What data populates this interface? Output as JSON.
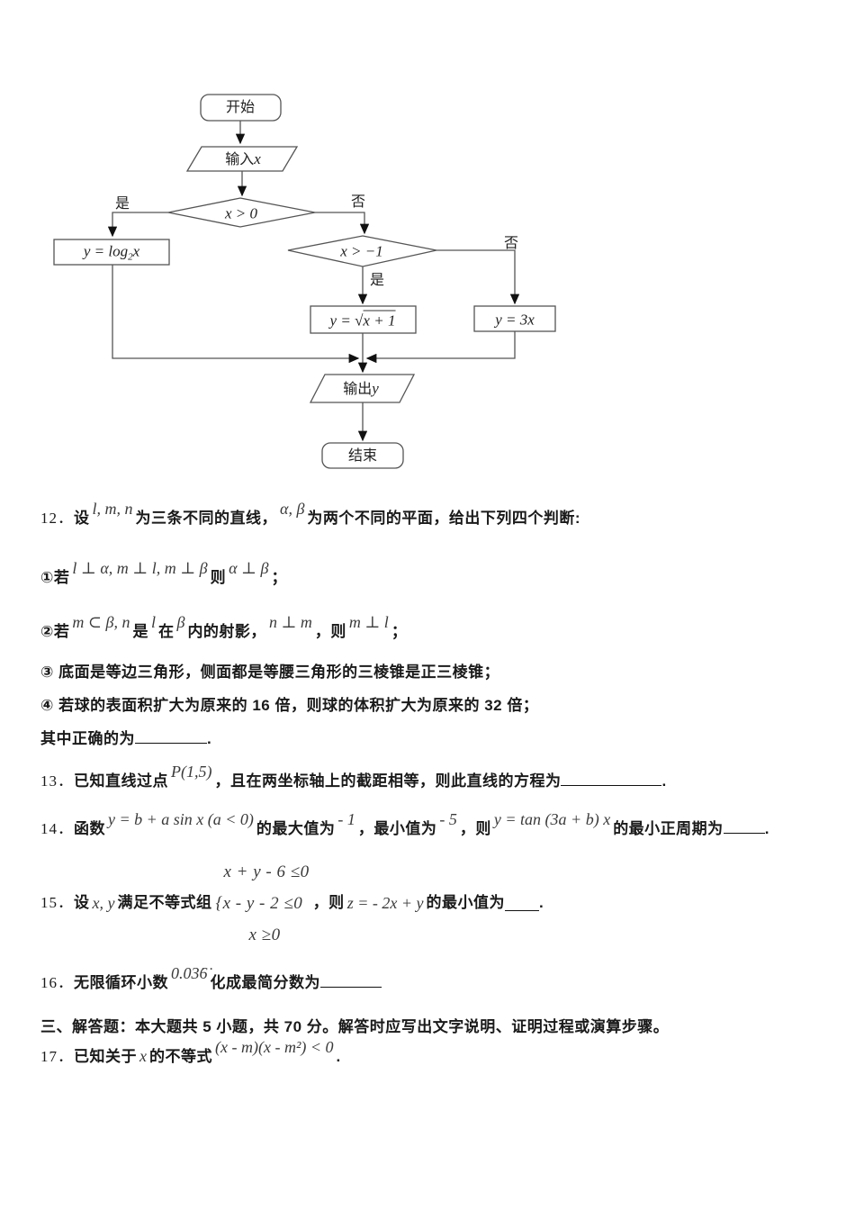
{
  "flowchart": {
    "start": "开始",
    "input_prefix": "输入",
    "input_var": "x",
    "decision1": "x > 0",
    "yes": "是",
    "no": "否",
    "log_pre": "y = log",
    "log_sub": "2",
    "log_post": "x",
    "decision2": "x > −1",
    "sqrt_pre": "y = ",
    "sqrt_sign": "√",
    "sqrt_rad": "x + 1",
    "linear": "y = 3x",
    "output_prefix": "输出",
    "output_var": "y",
    "end": "结束"
  },
  "lines": {
    "p12": [
      {
        "k": "n",
        "v": "12．"
      },
      {
        "k": "t",
        "v": "设"
      },
      {
        "k": "M",
        "v": "l, m, n"
      },
      {
        "k": "t",
        "v": "为三条不同的直线，"
      },
      {
        "k": "M",
        "v": "α, β"
      },
      {
        "k": "t",
        "v": "为两个不同的平面，给出下列四个判断:"
      }
    ],
    "i1": [
      {
        "k": "t",
        "v": "①若"
      },
      {
        "k": "M",
        "v": "l ⊥ α, m ⊥ l, m ⊥ β"
      },
      {
        "k": "t",
        "v": "则"
      },
      {
        "k": "M",
        "v": "α ⊥ β"
      },
      {
        "k": "t",
        "v": "；"
      }
    ],
    "i2": [
      {
        "k": "t",
        "v": "②若"
      },
      {
        "k": "M",
        "v": "m ⊂ β, n"
      },
      {
        "k": "t",
        "v": "是"
      },
      {
        "k": "M",
        "v": "l"
      },
      {
        "k": "t",
        "v": "在"
      },
      {
        "k": "M",
        "v": "β"
      },
      {
        "k": "t",
        "v": "内的射影，"
      },
      {
        "k": "M",
        "v": "n ⊥ m"
      },
      {
        "k": "t",
        "v": "，则"
      },
      {
        "k": "M",
        "v": "m ⊥ l"
      },
      {
        "k": "t",
        "v": "；"
      }
    ],
    "i3": [
      {
        "k": "t",
        "v": "③ 底面是等边三角形，侧面都是等腰三角形的三棱锥是正三棱锥；"
      }
    ],
    "i4": [
      {
        "k": "t",
        "v": "④ 若球的表面积扩大为原来的 16 倍，则球的体积扩大为原来的 32 倍；"
      }
    ],
    "ans12": [
      {
        "k": "t",
        "v": "其中正确的为"
      },
      {
        "k": "u",
        "w": 80
      },
      {
        "k": "t",
        "v": "."
      }
    ],
    "p13": [
      {
        "k": "n",
        "v": "13．"
      },
      {
        "k": "t",
        "v": "已知直线过点"
      },
      {
        "k": "M",
        "v": "P(1,5)"
      },
      {
        "k": "t",
        "v": "，且在两坐标轴上的截距相等，则此直线的方程为"
      },
      {
        "k": "u",
        "w": 112
      },
      {
        "k": "t",
        "v": "."
      }
    ],
    "p14": [
      {
        "k": "n",
        "v": "14．"
      },
      {
        "k": "t",
        "v": "函数"
      },
      {
        "k": "M",
        "v": "y = b + a sin x (a < 0)"
      },
      {
        "k": "t",
        "v": "的最大值为"
      },
      {
        "k": "M",
        "v": "- 1"
      },
      {
        "k": "t",
        "v": "，最小值为"
      },
      {
        "k": "M",
        "v": "- 5"
      },
      {
        "k": "t",
        "v": "，则"
      },
      {
        "k": "M",
        "v": "y = tan (3a + b) x"
      },
      {
        "k": "t",
        "v": "的最小正周期为"
      },
      {
        "k": "u",
        "w": 46
      },
      {
        "k": "t",
        "v": "."
      }
    ],
    "p15": [
      {
        "k": "n",
        "v": "15．"
      },
      {
        "k": "t",
        "v": "设"
      },
      {
        "k": "m",
        "v": "x, y"
      },
      {
        "k": "t",
        "v": "满足不等式组"
      },
      {
        "k": "sys",
        "rows": [
          "x + y - 6 ≤0",
          "{x - y - 2 ≤0",
          "x ≥0"
        ]
      },
      {
        "k": "t",
        "v": "，则"
      },
      {
        "k": "m",
        "v": "z = - 2x + y"
      },
      {
        "k": "t",
        "v": "的最小值为"
      },
      {
        "k": "u",
        "w": 38
      },
      {
        "k": "t",
        "v": "."
      }
    ],
    "p16": [
      {
        "k": "n",
        "v": "16．"
      },
      {
        "k": "t",
        "v": "无限循环小数"
      },
      {
        "k": "M",
        "v": "0.03̇6̇"
      },
      {
        "k": "t",
        "v": "化成最简分数为"
      },
      {
        "k": "u",
        "w": 68
      }
    ],
    "sec3": [
      {
        "k": "t",
        "v": "三、解答题：本大题共 5 小题，共 70 分。解答时应写出文字说明、证明过程或演算步骤。"
      }
    ],
    "p17": [
      {
        "k": "n",
        "v": "17．"
      },
      {
        "k": "t",
        "v": "已知关于"
      },
      {
        "k": "m",
        "v": "x"
      },
      {
        "k": "t",
        "v": "的不等式"
      },
      {
        "k": "M",
        "v": "(x - m)(x - m²) < 0"
      },
      {
        "k": "t",
        "v": "."
      }
    ]
  }
}
